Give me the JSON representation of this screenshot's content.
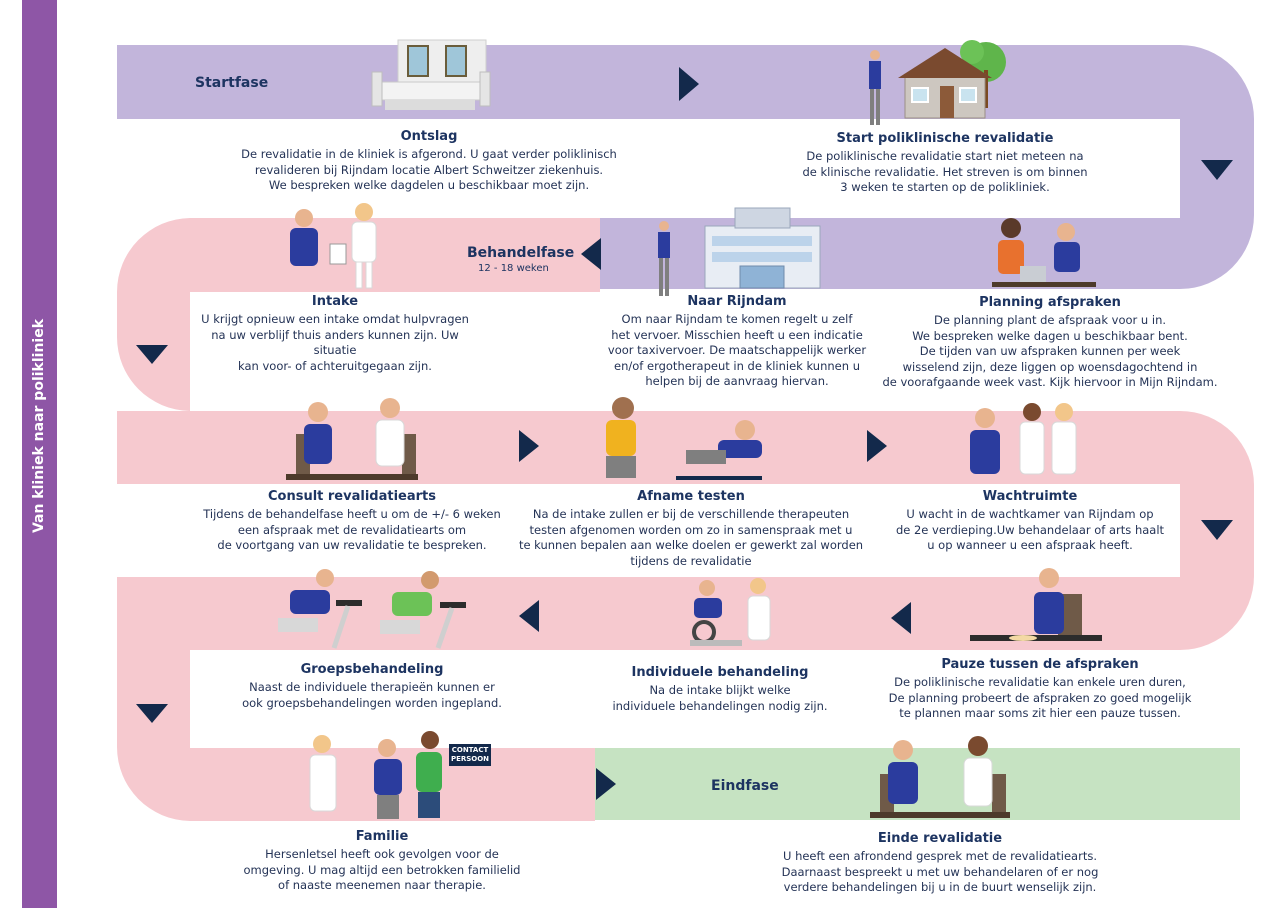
{
  "sidebar": {
    "title": "Van kliniek naar polikliniek"
  },
  "phases": {
    "start": "Startfase",
    "treatment": "Behandelfase",
    "treatment_duration": "12 - 18 weken",
    "end": "Eindfase"
  },
  "steps": [
    {
      "title": "Ontslag",
      "text": "De revalidatie in de kliniek is afgerond. U gaat verder poliklinisch\nrevalideren bij Rijndam locatie Albert Schweitzer ziekenhuis.\nWe bespreken welke dagdelen u beschikbaar moet zijn."
    },
    {
      "title": "Start poliklinische revalidatie",
      "text": "De poliklinische revalidatie start niet meteen na\nde klinische revalidatie. Het streven is om binnen\n3 weken te starten op de polikliniek."
    },
    {
      "title": "Intake",
      "text": "U krijgt opnieuw een intake omdat hulpvragen\nna uw verblijf thuis anders kunnen zijn. Uw situatie\nkan voor- of achteruitgegaan zijn."
    },
    {
      "title": "Naar Rijndam",
      "text": "Om naar Rijndam te komen regelt u zelf\nhet vervoer. Misschien heeft u een indicatie\nvoor taxivervoer. De maatschappelijk werker\nen/of ergotherapeut in de kliniek kunnen u\nhelpen bij de aanvraag hiervan."
    },
    {
      "title": "Planning afspraken",
      "text": "De planning plant de afspraak voor u in.\nWe bespreken welke dagen u beschikbaar bent.\nDe tijden van uw afspraken kunnen per week\nwisselend zijn, deze liggen op woensdagochtend in\nde voorafgaande week vast. Kijk hiervoor in Mijn Rijndam."
    },
    {
      "title": "Consult revalidatiearts",
      "text": "Tijdens de behandelfase heeft u om de +/- 6 weken\neen afspraak met de revalidatiearts om\nde voortgang van uw revalidatie te bespreken."
    },
    {
      "title": "Afname testen",
      "text": "Na de intake zullen er bij de verschillende therapeuten\ntesten afgenomen worden om zo in samenspraak met u\nte kunnen bepalen aan welke doelen er gewerkt zal worden\ntijdens de revalidatie"
    },
    {
      "title": "Wachtruimte",
      "text": "U wacht in de wachtkamer van Rijndam op\nde 2e verdieping.Uw behandelaar of arts haalt\nu op wanneer u een afspraak heeft."
    },
    {
      "title": "Groepsbehandeling",
      "text": "Naast de individuele therapieën kunnen er\nook groepsbehandelingen worden ingepland."
    },
    {
      "title": "Individuele behandeling",
      "text": "Na de intake blijkt welke\nindividuele behandelingen nodig zijn."
    },
    {
      "title": "Pauze tussen de afspraken",
      "text": "De poliklinische revalidatie kan enkele uren duren,\nDe planning probeert de afspraken zo goed mogelijk\nte plannen maar soms zit hier een pauze tussen."
    },
    {
      "title": "Familie",
      "text": "Hersenletsel heeft ook gevolgen voor de\nomgeving. U mag altijd een betrokken familielid\nof naaste meenemen naar therapie."
    },
    {
      "title": "Einde revalidatie",
      "text": "U heeft een afrondend gesprek met de revalidatiearts.\nDaarnaast bespreekt u met uw behandelaren of er nog\nverdere behandelingen bij u in de buurt wenselijk zijn."
    }
  ],
  "contact_badge": {
    "line1": "CONTACT",
    "line2": "PERSOON"
  },
  "colors": {
    "sidebar": "#8e56a6",
    "lavender": "#c2b5db",
    "pink": "#f6c9cf",
    "green": "#c6e3c2",
    "navy": "#13294b"
  }
}
